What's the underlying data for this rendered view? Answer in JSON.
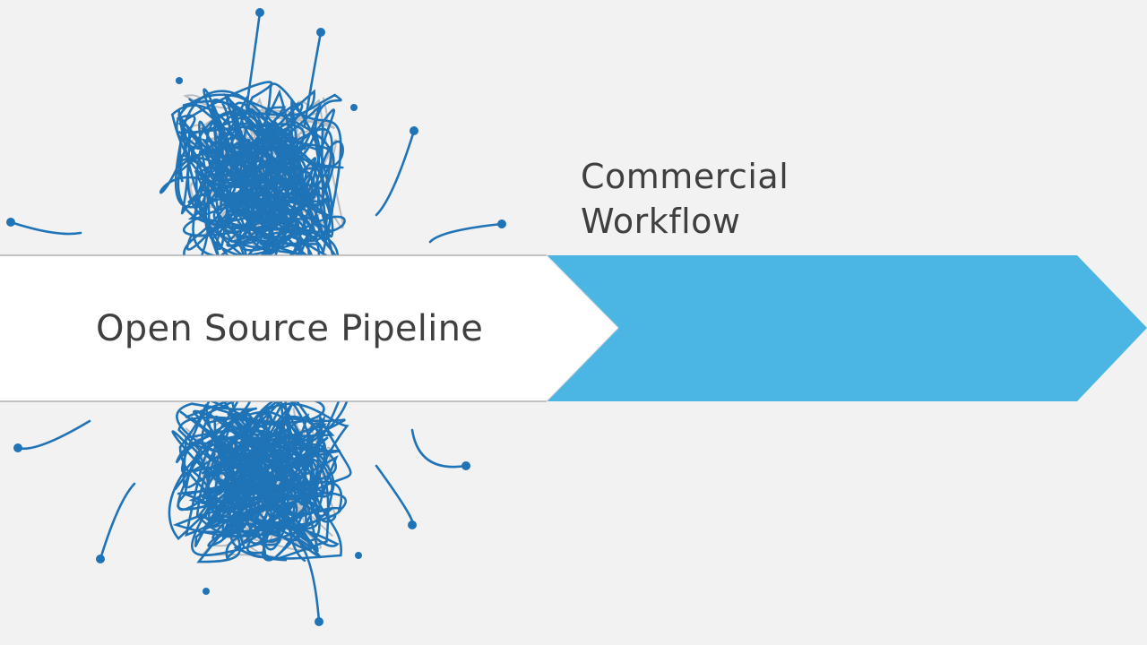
{
  "slide": {
    "commercial_label_line1": "Commercial",
    "commercial_label_line2": "Workflow",
    "open_source_label": "Open Source Pipeline"
  },
  "colors": {
    "background": "#f2f2f3",
    "blue_arrow": "#4bb6e3",
    "white_arrow": "#ffffff",
    "tangle_blue": "#1f73b7",
    "tangle_grey": "#b9bcc0",
    "text": "#3f3f3f"
  },
  "icons": {
    "tangle": "tangled-cables-illustration"
  }
}
